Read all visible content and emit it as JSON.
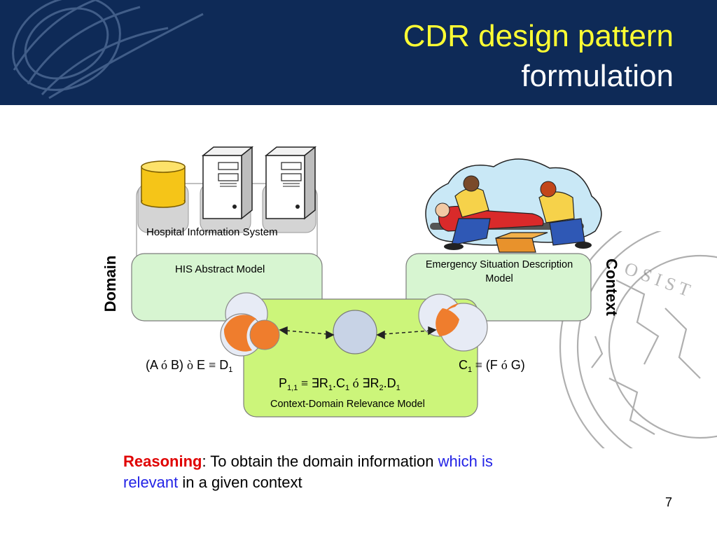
{
  "slide": {
    "title_line1": "CDR design pattern",
    "title_line2": "formulation",
    "page_number": "7"
  },
  "colors": {
    "header_bg": "#0e2a57",
    "title_accent": "#ffff33",
    "box_light_green": "#d7f5d1",
    "box_bright_green": "#ccf57a",
    "concept_orange": "#ef7d2d",
    "concept_fill": "#e7ebf5",
    "central_node": "#c8d3e6",
    "reasoning_red": "#e00000",
    "highlight_blue": "#2323e6"
  },
  "diagram": {
    "his_label": "Hospital Information System",
    "his_model_label": "HIS Abstract Model",
    "esdm_label": "Emergency Situation Description Model",
    "cdr_model_label": "Context-Domain Relevance Model",
    "domain_label": "Domain",
    "context_label": "Context",
    "icons": [
      "database-icon",
      "server-icon",
      "server-icon",
      "paramedics-illustration"
    ]
  },
  "formulas": {
    "left": {
      "p1": "(A ",
      "op1": "ó",
      "p2": " B) ",
      "op2": "ò",
      "p3": " E ",
      "op3": "≡",
      "p4": " D",
      "sub": "1"
    },
    "right": {
      "p1": "C",
      "sub": "1",
      "p2": " ",
      "op1": "≡",
      "p3": " (F ",
      "op2": "ó",
      "p4": " G)"
    },
    "center": {
      "p1": "P",
      "sub_p": "1,1",
      "p2": " ",
      "op1": "≡",
      "p3": " ",
      "op2": "∃",
      "p4": "R",
      "sub_r1": "1",
      "p5": ".C",
      "sub_c": "1",
      "p6": " ",
      "op3": "ó",
      "p7": " ",
      "op4": "∃",
      "p8": "R",
      "sub_r2": "2",
      "p9": ".D",
      "sub_d": "1"
    }
  },
  "reasoning": {
    "keyword": "Reasoning",
    "text_before": ": To obtain the domain information ",
    "highlight1": "which is",
    "highlight2": "relevant",
    "text_after": " in a given context"
  }
}
